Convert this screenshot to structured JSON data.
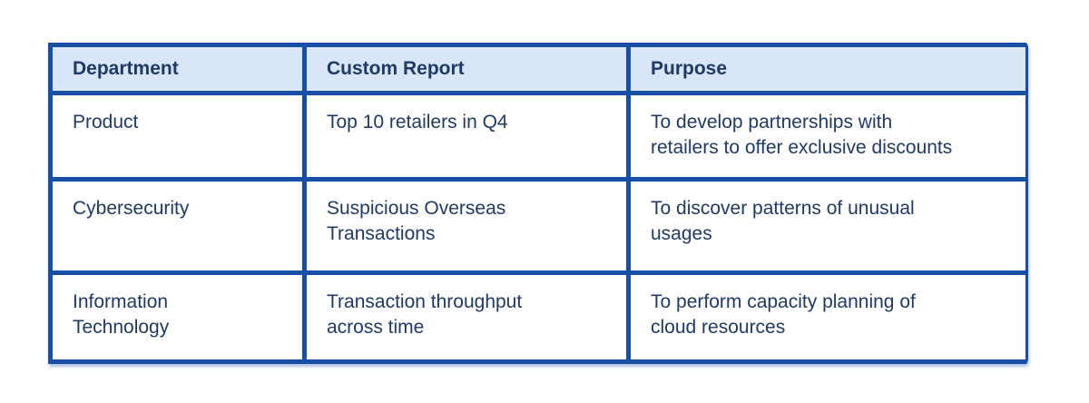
{
  "table": {
    "columns": [
      {
        "key": "department",
        "label": "Department"
      },
      {
        "key": "custom_report",
        "label": "Custom Report"
      },
      {
        "key": "purpose",
        "label": "Purpose"
      }
    ],
    "rows": [
      {
        "department": "Product",
        "custom_report": "Top 10 retailers in Q4",
        "purpose": "To develop partnerships with\nretailers to offer exclusive discounts"
      },
      {
        "department": "Cybersecurity",
        "custom_report": "Suspicious Overseas\nTransactions",
        "purpose": "To discover patterns of unusual\nusages"
      },
      {
        "department": "Information\nTechnology",
        "custom_report": "Transaction throughput\nacross time",
        "purpose": "To perform capacity planning of\ncloud resources"
      }
    ],
    "colors": {
      "border": "#174ea6",
      "header_background": "#d9e6f8",
      "text": "#1e3a66",
      "body_background": "#ffffff",
      "page_background": "#ffffff"
    }
  }
}
